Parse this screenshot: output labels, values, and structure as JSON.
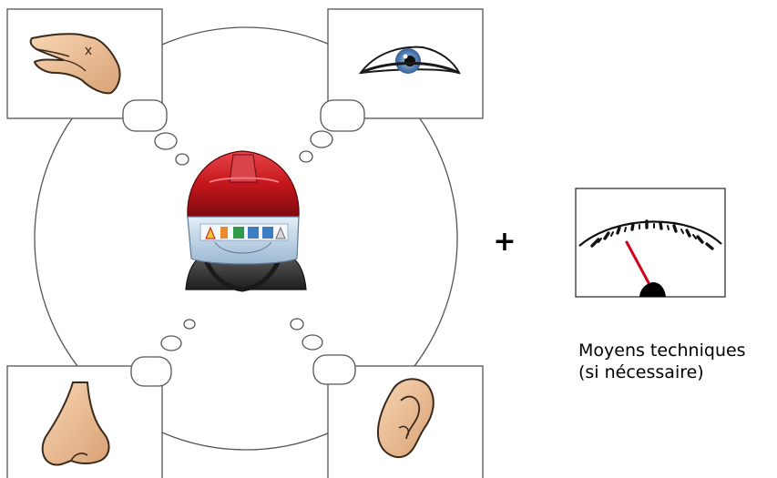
{
  "plus_symbol": "+",
  "gauge_caption": {
    "line1": "Moyens techniques",
    "line2": "(si nécessaire)"
  },
  "senses": [
    "touch",
    "sight",
    "smell",
    "hearing"
  ],
  "icons": {
    "center": "firefighter-helmet-icon",
    "top_left": "hand-icon",
    "top_right": "eye-icon",
    "bottom_left": "nose-icon",
    "bottom_right": "ear-icon",
    "instrument": "gauge-icon"
  },
  "colors": {
    "helmet": "#c4161c",
    "visor": "#bcd3e6",
    "skin": "#f2c79c",
    "iris": "#4f7fba",
    "needle": "#d0021b",
    "line": "#555555"
  }
}
